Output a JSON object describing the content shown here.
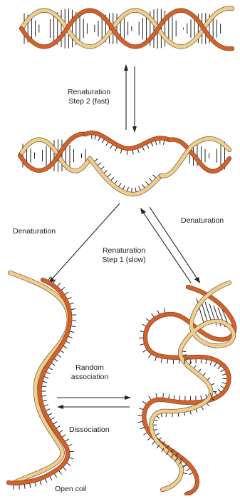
{
  "colors": {
    "strand_orange": "#d2612c",
    "strand_tan": "#eccf8f",
    "outline": "#6b3b1f",
    "text": "#1a1a1a"
  },
  "labels": {
    "renaturation_fast_line1": "Renaturation",
    "renaturation_fast_line2": "Step 2 (fast)",
    "denaturation_left": "Denaturation",
    "denaturation_right": "Denaturation",
    "renaturation_slow_line1": "Renaturation",
    "renaturation_slow_line2": "Step 1 (slow)",
    "random_association_line1": "Random",
    "random_association_line2": "association",
    "dissociation": "Dissociation",
    "open_coil": "Open coil"
  }
}
